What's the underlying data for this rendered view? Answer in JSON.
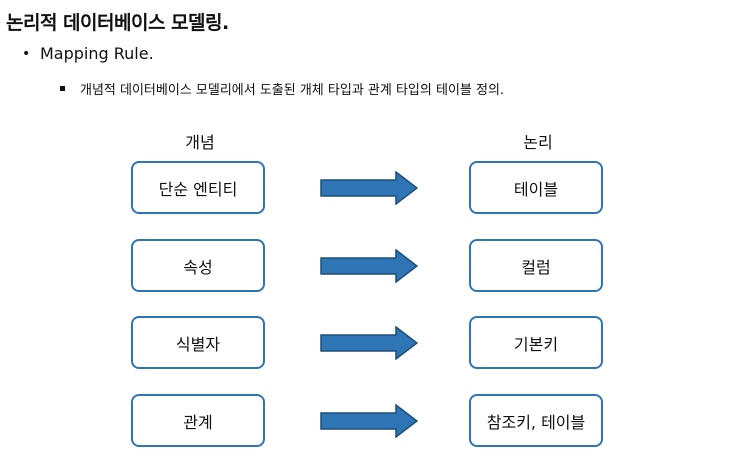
{
  "title": "논리적 데이터베이스 모델링.",
  "bullet_level1": "Mapping Rule.",
  "bullet_level2": "개념적 데이터베이스 모델리에서 도출된 개체 타입과 관계 타입의 테이블 정의.",
  "columns": {
    "left_header": "개념",
    "right_header": "논리"
  },
  "rows": [
    {
      "concept": "단순 엔티티",
      "logical": "테이블"
    },
    {
      "concept": "속성",
      "logical": "컬럼"
    },
    {
      "concept": "식별자",
      "logical": "기본키"
    },
    {
      "concept": "관계",
      "logical": "참조키, 테이블"
    }
  ],
  "colors": {
    "box_border": "#2e75b6",
    "arrow_fill": "#2e75b6",
    "arrow_stroke": "#1f4e79"
  }
}
